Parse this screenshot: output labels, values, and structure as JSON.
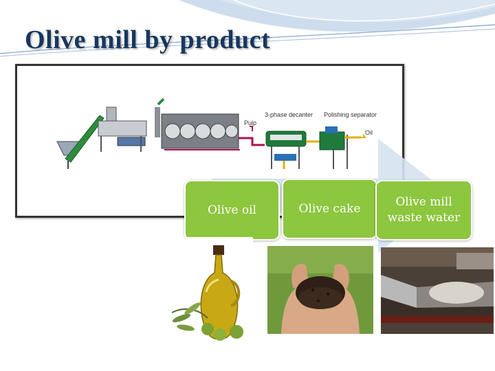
{
  "slide": {
    "title": "Olive mill by product"
  },
  "plant_diagram": {
    "labels": {
      "pulp": "Pulp",
      "decanter": "3-phase decanter",
      "separator": "Polishing separator",
      "oil": "Oil"
    }
  },
  "products": [
    {
      "label": "Olive oil"
    },
    {
      "label": "Olive cake"
    },
    {
      "label": "Olive mill waste water"
    }
  ],
  "colors": {
    "title": "#17375e",
    "box_fill": "#8dc63f",
    "arrow_fill": "#d5e3f1"
  }
}
